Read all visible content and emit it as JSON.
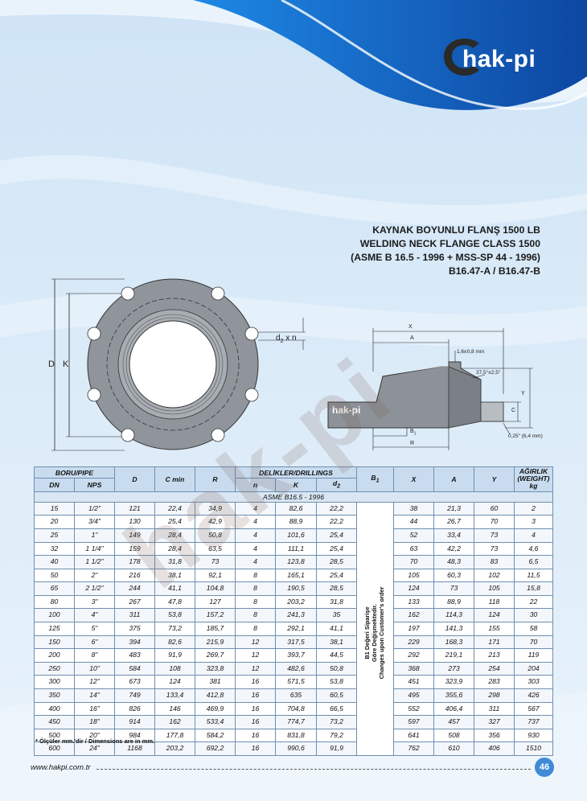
{
  "brand": {
    "logo_text": "hak-pi",
    "url": "www.hakpi.com.tr",
    "page_number": "46"
  },
  "title": {
    "line1": "KAYNAK BOYUNLU FLANŞ 1500 LB",
    "line2": "WELDING NECK FLANGE CLASS 1500",
    "line3": "(ASME B 16.5 - 1996 + MSS-SP 44 - 1996)",
    "line4": "B16.47-A / B16.47-B"
  },
  "front_view": {
    "label_D": "D",
    "label_K": "K",
    "label_d2": "d",
    "label_d2_sub": "2",
    "label_n": "x n"
  },
  "section_view": {
    "label_X": "X",
    "label_A": "A",
    "label_B1": "B",
    "label_B1_sub": "1",
    "label_R": "R",
    "label_Y": "Y",
    "label_C": "C",
    "note_raised": "1,6±0,8 mm",
    "note_bevel": "37,5°±2,5°",
    "note_root": "0,25\" (6,4 mm)",
    "logo_text": "hak-pi"
  },
  "table": {
    "headers": {
      "boru_pipe": "BORU/PIPE",
      "dn": "DN",
      "nps": "NPS",
      "d": "D",
      "cmin": "C min",
      "r": "R",
      "drillings": "DELİKLER/DRILLINGS",
      "n": "n",
      "k": "K",
      "d2": "d",
      "d2_sub": "2",
      "b1": "B",
      "b1_sub": "1",
      "x": "X",
      "a": "A",
      "y": "Y",
      "weight": "AĞIRLIK (WEIGHT) kg"
    },
    "standard_row": "ASME B16.5 - 1996",
    "b1_note": [
      "B1 Değeri Siparişe",
      "Göre Değişmektedir.",
      "Changes upon Customer's order"
    ],
    "rows": [
      [
        "15",
        "1/2\"",
        "121",
        "22,4",
        "34,9",
        "4",
        "82,6",
        "22,2",
        "38",
        "21,3",
        "60",
        "2"
      ],
      [
        "20",
        "3/4\"",
        "130",
        "25,4",
        "42,9",
        "4",
        "88,9",
        "22,2",
        "44",
        "26,7",
        "70",
        "3"
      ],
      [
        "25",
        "1\"",
        "149",
        "28,4",
        "50,8",
        "4",
        "101,6",
        "25,4",
        "52",
        "33,4",
        "73",
        "4"
      ],
      [
        "32",
        "1 1/4\"",
        "159",
        "28,4",
        "63,5",
        "4",
        "111,1",
        "25,4",
        "63",
        "42,2",
        "73",
        "4,6"
      ],
      [
        "40",
        "1 1/2\"",
        "178",
        "31,8",
        "73",
        "4",
        "123,8",
        "28,5",
        "70",
        "48,3",
        "83",
        "6,5"
      ],
      [
        "50",
        "2\"",
        "216",
        "38,1",
        "92,1",
        "8",
        "165,1",
        "25,4",
        "105",
        "60,3",
        "102",
        "11,5"
      ],
      [
        "65",
        "2 1/2\"",
        "244",
        "41,1",
        "104,8",
        "8",
        "190,5",
        "28,5",
        "124",
        "73",
        "105",
        "15,8"
      ],
      [
        "80",
        "3\"",
        "267",
        "47,8",
        "127",
        "8",
        "203,2",
        "31,8",
        "133",
        "88,9",
        "118",
        "22"
      ],
      [
        "100",
        "4\"",
        "311",
        "53,8",
        "157,2",
        "8",
        "241,3",
        "35",
        "162",
        "114,3",
        "124",
        "30"
      ],
      [
        "125",
        "5\"",
        "375",
        "73,2",
        "185,7",
        "8",
        "292,1",
        "41,1",
        "197",
        "141,3",
        "155",
        "58"
      ],
      [
        "150",
        "6\"",
        "394",
        "82,6",
        "215,9",
        "12",
        "317,5",
        "38,1",
        "229",
        "168,3",
        "171",
        "70"
      ],
      [
        "200",
        "8\"",
        "483",
        "91,9",
        "269,7",
        "12",
        "393,7",
        "44,5",
        "292",
        "219,1",
        "213",
        "119"
      ],
      [
        "250",
        "10\"",
        "584",
        "108",
        "323,8",
        "12",
        "482,6",
        "50,8",
        "368",
        "273",
        "254",
        "204"
      ],
      [
        "300",
        "12\"",
        "673",
        "124",
        "381",
        "16",
        "571,5",
        "53,8",
        "451",
        "323,9",
        "283",
        "303"
      ],
      [
        "350",
        "14\"",
        "749",
        "133,4",
        "412,8",
        "16",
        "635",
        "60,5",
        "495",
        "355,6",
        "298",
        "426"
      ],
      [
        "400",
        "16\"",
        "826",
        "146",
        "469,9",
        "16",
        "704,8",
        "66,5",
        "552",
        "406,4",
        "311",
        "567"
      ],
      [
        "450",
        "18\"",
        "914",
        "162",
        "533,4",
        "16",
        "774,7",
        "73,2",
        "597",
        "457",
        "327",
        "737"
      ],
      [
        "500",
        "20\"",
        "984",
        "177,8",
        "584,2",
        "16",
        "831,8",
        "79,2",
        "641",
        "508",
        "356",
        "930"
      ],
      [
        "600",
        "24\"",
        "1168",
        "203,2",
        "692,2",
        "16",
        "990,6",
        "91,9",
        "762",
        "610",
        "406",
        "1510"
      ]
    ],
    "footnote": "* Ölçüler mm.'dir / Dimensions are in mm."
  },
  "colors": {
    "accent_blue": "#1565c0",
    "header_bg": "#c9dcef",
    "page_badge": "#3f8ad6"
  }
}
